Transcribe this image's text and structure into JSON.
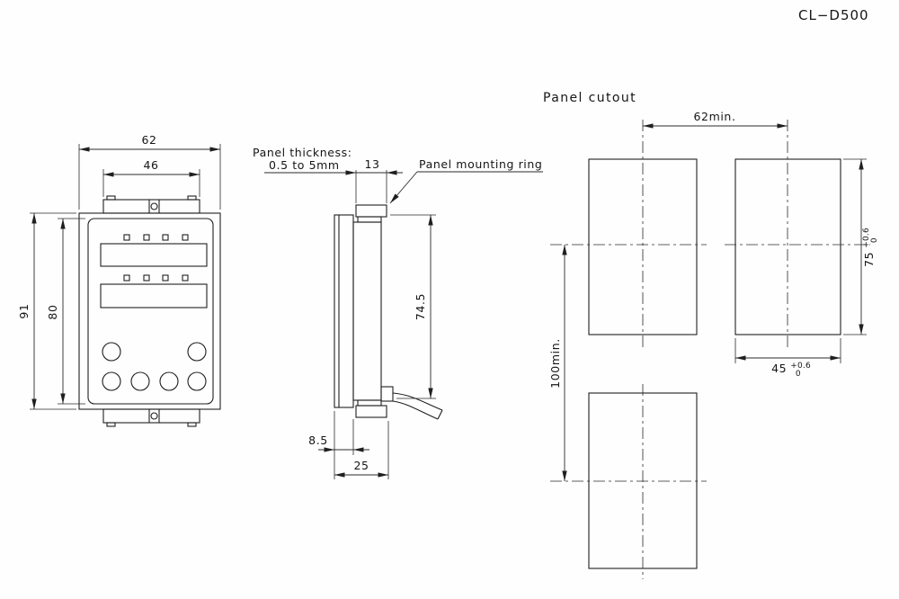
{
  "title": "CL−D500",
  "views": {
    "front": {
      "dim_width": "62",
      "dim_inner_width": "46",
      "dim_height": "91",
      "dim_inner_height": "80"
    },
    "side": {
      "panel_thickness_label": "Panel thickness:",
      "panel_thickness_range": "0.5 to 5mm",
      "mounting_ring_label": "Panel mounting ring",
      "dim_ring_depth": "13",
      "dim_case_height": "74.5",
      "dim_bezel_depth": "8.5",
      "dim_total_depth": "25"
    },
    "cutout": {
      "heading": "Panel cutout",
      "dim_h_pitch": "62min.",
      "dim_v_pitch": "100min.",
      "dim_width": "45",
      "dim_height": "75",
      "tol_upper": "+0.6",
      "tol_lower": "0"
    }
  }
}
